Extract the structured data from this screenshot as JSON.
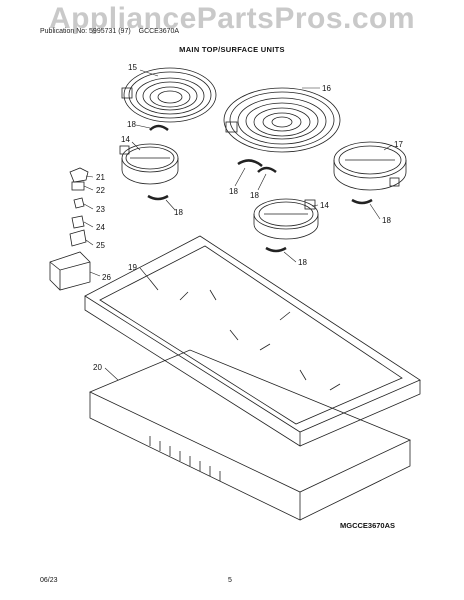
{
  "watermark": "AppliancePartsPros.com",
  "header": {
    "publication": "Publication No: 5995731 (97)",
    "model_top": "GCCE3670A",
    "section_title": "MAIN TOP/SURFACE UNITS"
  },
  "diagram_model": "MGCCE3670AS",
  "footer": {
    "date": "06/23",
    "page": "5"
  },
  "callouts": {
    "c15": "15",
    "c16": "16",
    "c14a": "14",
    "c14b": "14",
    "c17": "17",
    "c18a": "18",
    "c18b": "18",
    "c18c": "18",
    "c18d": "18",
    "c18e": "18",
    "c18f": "18",
    "c19": "19",
    "c20": "20",
    "c21": "21",
    "c22": "22",
    "c23": "23",
    "c24": "24",
    "c25": "25",
    "c26": "26"
  },
  "colors": {
    "line": "#222222",
    "watermark": "#c9c9c9"
  }
}
